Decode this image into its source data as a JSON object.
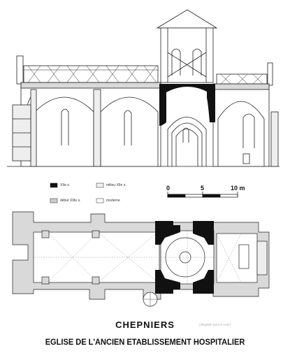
{
  "title": "CHEPNIERS",
  "subtitle": "EGLISE DE L'ANCIEN ETABLISSEMENT HOSPITALIER",
  "legend": [
    {
      "label": "XIIe s.",
      "fill": "#111111"
    },
    {
      "label": "milieu XIIe s.",
      "fill": "#f0f0f0"
    },
    {
      "label": "début XIIIe s.",
      "fill": "#cccccc"
    },
    {
      "label": "moderne",
      "fill": "#ffffff"
    }
  ],
  "scale": {
    "ticks": [
      "0",
      "5",
      "10 m"
    ]
  },
  "note": "(illegible pencil note)",
  "colors": {
    "ink": "#222222",
    "wall": "#d9d9d9",
    "twelfth_century": "#111111"
  }
}
